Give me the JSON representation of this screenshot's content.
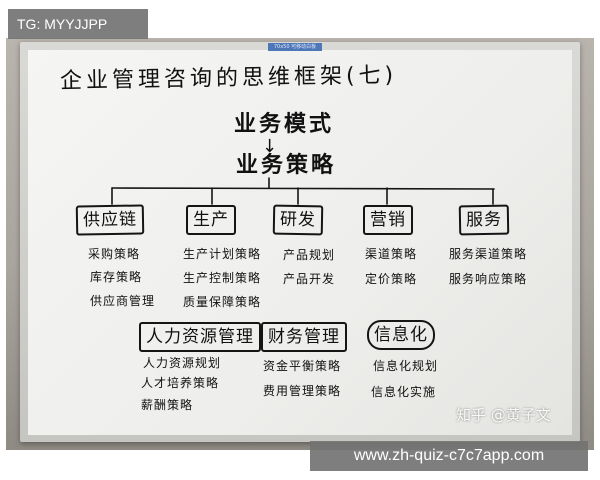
{
  "overlay": {
    "tag": "TG: MYYJJPP",
    "url": "www.zh-quiz-c7c7app.com"
  },
  "board": {
    "sticker": "70x50 可移动白板",
    "title": "企业管理咨询的思维框架(七)",
    "top_concept": "业务模式",
    "arrow": "↓",
    "strategy": "业务策略",
    "watermark": "知乎 @黄子文",
    "departments": [
      {
        "name": "供应链",
        "items": [
          "采购策略",
          "库存策略",
          "供应商管理"
        ]
      },
      {
        "name": "生产",
        "items": [
          "生产计划策略",
          "生产控制策略",
          "质量保障策略"
        ]
      },
      {
        "name": "研发",
        "items": [
          "产品规划",
          "产品开发"
        ]
      },
      {
        "name": "营销",
        "items": [
          "渠道策略",
          "定价策略"
        ]
      },
      {
        "name": "服务",
        "items": [
          "服务渠道策略",
          "服务响应策略"
        ]
      },
      {
        "name": "人力资源管理",
        "items": [
          "人力资源规划",
          "人才培养策略",
          "薪酬策略"
        ]
      },
      {
        "name": "财务管理",
        "items": [
          "资金平衡策略",
          "费用管理策略"
        ]
      },
      {
        "name": "信息化",
        "items": [
          "信息化规划",
          "信息化实施"
        ]
      }
    ]
  }
}
